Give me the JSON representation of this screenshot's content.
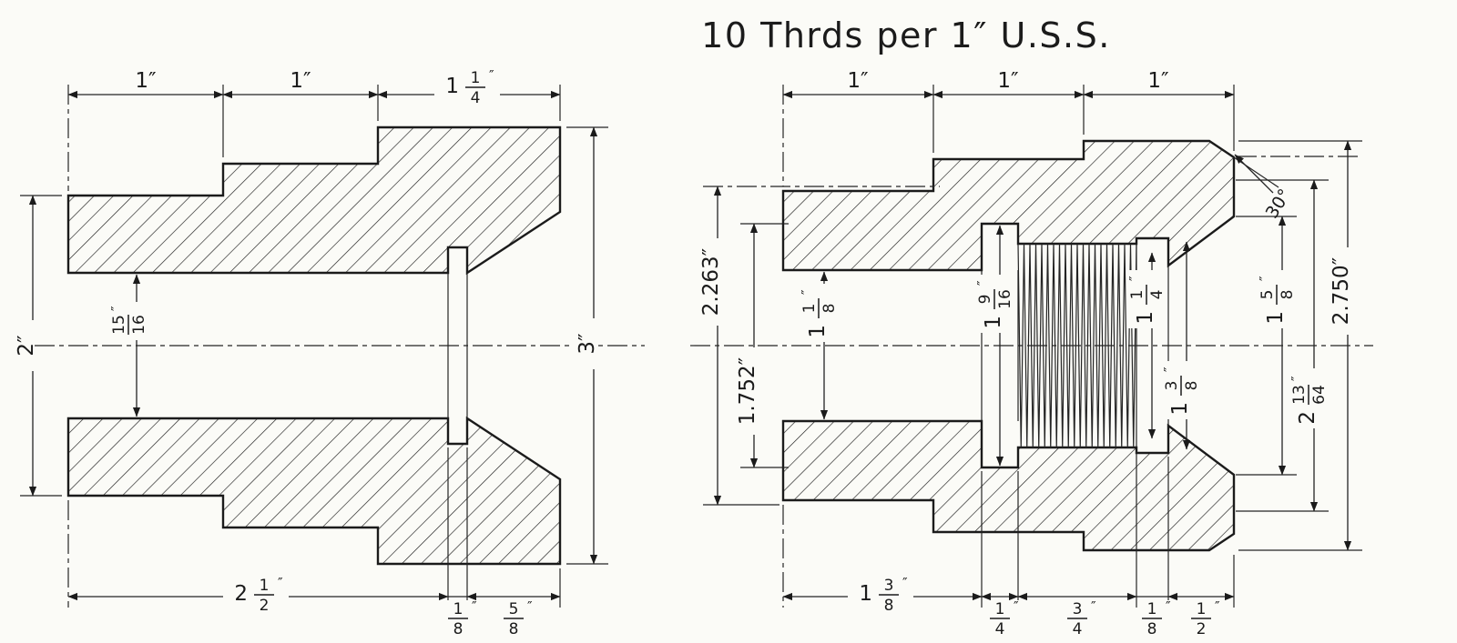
{
  "title": "10 Thrds per 1″  U.S.S.",
  "left_view": {
    "top_dims": [
      "1″",
      "1″"
    ],
    "top_dim3": {
      "w": "1",
      "n": "1",
      "d": "4",
      "u": "″"
    },
    "left_diameter": "2″",
    "bore_diameter": {
      "w": "",
      "n": "15",
      "d": "16",
      "u": "″"
    },
    "right_diameter": "3″",
    "bottom_dim1": {
      "w": "2",
      "n": "1",
      "d": "2",
      "u": "″"
    },
    "bottom_dim2": {
      "w": "",
      "n": "1",
      "d": "8",
      "u": "″"
    },
    "bottom_dim3": {
      "w": "",
      "n": "5",
      "d": "8",
      "u": "″"
    }
  },
  "right_view": {
    "top_dims": [
      "1″",
      "1″",
      "1″"
    ],
    "outer_diameter": "2.263″",
    "shoulder_diameter": "1.752″",
    "bore_diameter": {
      "w": "1",
      "n": "1",
      "d": "8",
      "u": "″"
    },
    "thread_relief_diameter": {
      "w": "1",
      "n": "9",
      "d": "16",
      "u": "″"
    },
    "counterbore_diameter": {
      "w": "1",
      "n": "1",
      "d": "4",
      "u": "″"
    },
    "recess_diameter": {
      "w": "1",
      "n": "3",
      "d": "8",
      "u": "″"
    },
    "chamfer_angle": "30°",
    "cone_diameter": {
      "w": "1",
      "n": "5",
      "d": "8",
      "u": "″"
    },
    "chamfer_diameter": {
      "w": "2",
      "n": "13",
      "d": "64",
      "u": "″"
    },
    "flange_diameter": "2.750″",
    "bottom_dim1": {
      "w": "1",
      "n": "3",
      "d": "8",
      "u": "″"
    },
    "bottom_dim2": {
      "w": "",
      "n": "1",
      "d": "4",
      "u": "″"
    },
    "bottom_dim3": {
      "w": "",
      "n": "3",
      "d": "4",
      "u": "″"
    },
    "bottom_dim4": {
      "w": "",
      "n": "1",
      "d": "8",
      "u": "″"
    },
    "bottom_dim5": {
      "w": "",
      "n": "1",
      "d": "2",
      "u": "″"
    }
  }
}
